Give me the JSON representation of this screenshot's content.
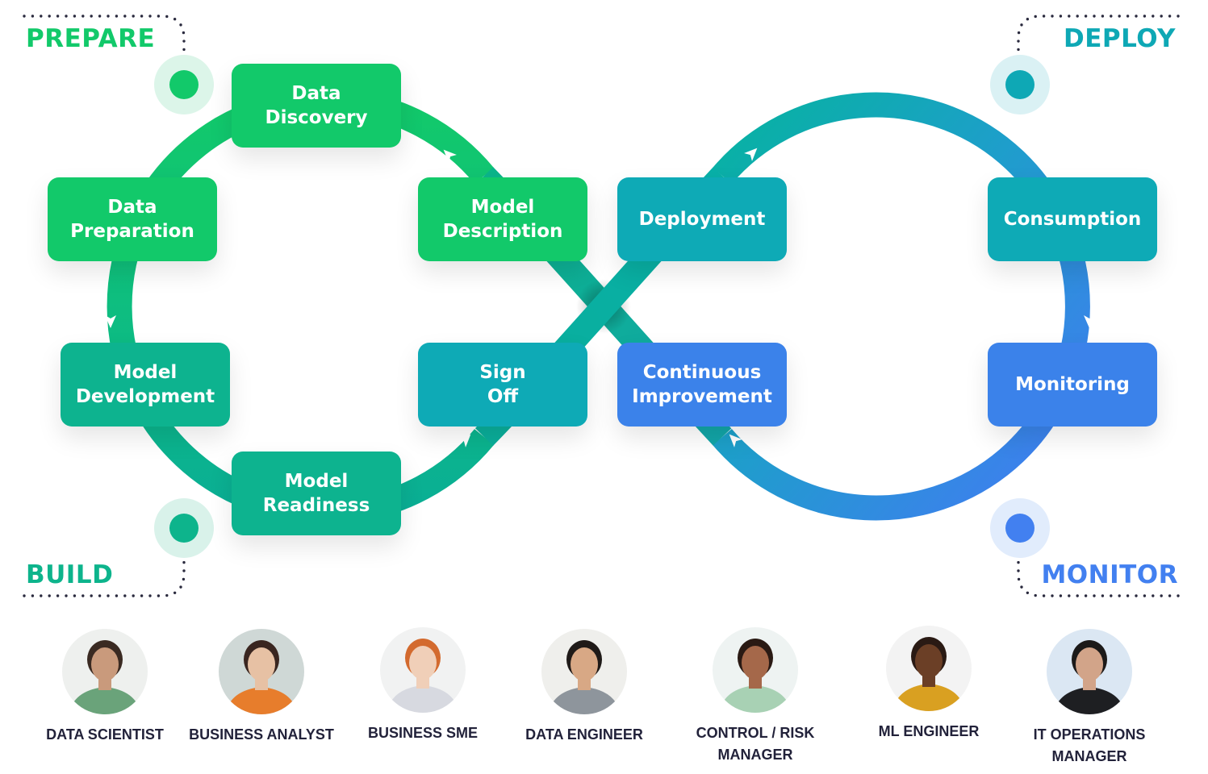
{
  "phases": [
    {
      "id": "prepare",
      "label": "PREPARE",
      "color": "#12c96a",
      "ring": "#dcf5e9"
    },
    {
      "id": "deploy",
      "label": "DEPLOY",
      "color": "#0ea8b5",
      "ring": "#daf1f4"
    },
    {
      "id": "build",
      "label": "BUILD",
      "color": "#0db48c",
      "ring": "#d9f2ea"
    },
    {
      "id": "monitor",
      "label": "MONITOR",
      "color": "#4280f0",
      "ring": "#e1ecfc"
    }
  ],
  "stages": [
    {
      "id": "data-discovery",
      "label": "Data\nDiscovery",
      "color": "#12c96a"
    },
    {
      "id": "data-preparation",
      "label": "Data\nPreparation",
      "color": "#12c96a"
    },
    {
      "id": "model-description",
      "label": "Model\nDescription",
      "color": "#12c96a"
    },
    {
      "id": "model-development",
      "label": "Model\nDevelopment",
      "color": "#0db38f"
    },
    {
      "id": "model-readiness",
      "label": "Model\nReadiness",
      "color": "#0db38f"
    },
    {
      "id": "sign-off",
      "label": "Sign\nOff",
      "color": "#0eaab6"
    },
    {
      "id": "deployment",
      "label": "Deployment",
      "color": "#0eaab6"
    },
    {
      "id": "consumption",
      "label": "Consumption",
      "color": "#0eaab6"
    },
    {
      "id": "continuous-improvement",
      "label": "Continuous\nImprovement",
      "color": "#3b82ea"
    },
    {
      "id": "monitoring",
      "label": "Monitoring",
      "color": "#3b82ea"
    }
  ],
  "roles": [
    {
      "label": "DATA SCIENTIST",
      "skin": "#c99a7c",
      "hair": "#3a2a22",
      "shirt": "#6aa37a",
      "bg": "#eef0ee"
    },
    {
      "label": "BUSINESS ANALYST",
      "skin": "#e7c1a4",
      "hair": "#3a2620",
      "shirt": "#e77d2c",
      "bg": "#cfd8d6"
    },
    {
      "label": "BUSINESS SME",
      "skin": "#f0cfb8",
      "hair": "#d36a2e",
      "shirt": "#d7d9e0",
      "bg": "#f1f2f2"
    },
    {
      "label": "DATA ENGINEER",
      "skin": "#d8a885",
      "hair": "#1f1a18",
      "shirt": "#8e959c",
      "bg": "#efefec"
    },
    {
      "label": "CONTROL / RISK\nMANAGER",
      "skin": "#a5684a",
      "hair": "#2a1a14",
      "shirt": "#a8d1b4",
      "bg": "#eef3f2"
    },
    {
      "label": "ML ENGINEER",
      "skin": "#6b3f26",
      "hair": "#2a1a14",
      "shirt": "#d9a021",
      "bg": "#f3f3f3"
    },
    {
      "label": "IT OPERATIONS\nMANAGER",
      "skin": "#d2a489",
      "hair": "#1c1a19",
      "shirt": "#1e1f22",
      "bg": "#dbe7f3"
    }
  ],
  "colors": {
    "green": "#12c96a",
    "teal_green": "#0db38f",
    "teal": "#0eaab6",
    "blue": "#4280f0",
    "dots": "#2a2a3e"
  }
}
